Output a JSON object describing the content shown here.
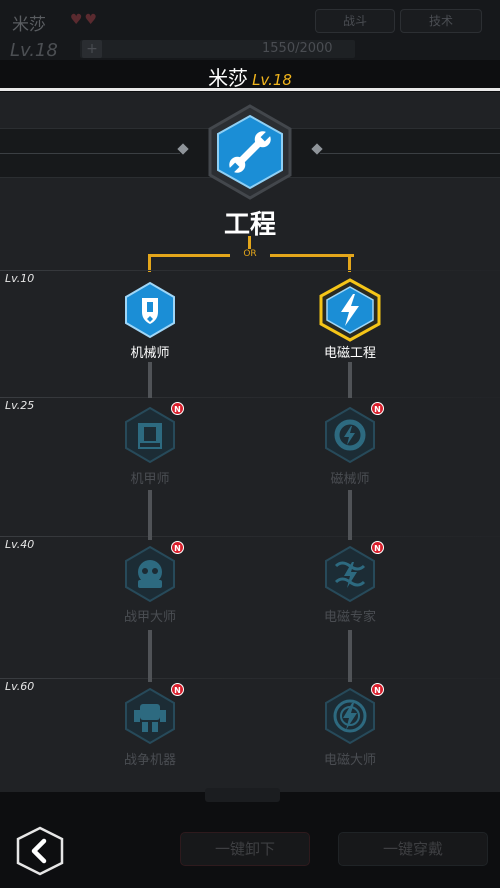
{
  "background": {
    "player_name": "米莎",
    "level": "Lv.18",
    "exp_text": "1550/2000",
    "btn_left": "战斗",
    "btn_right": "技术",
    "bottom_btn_left": "一键卸下",
    "bottom_btn_right": "一键穿戴"
  },
  "header": {
    "name": "米莎",
    "level": "Lv.18"
  },
  "main_skill": {
    "title": "工程",
    "icon": "wrench-icon"
  },
  "connector": {
    "or_text": "OR"
  },
  "level_rows": [
    {
      "label": "Lv.10"
    },
    {
      "label": "Lv.25"
    },
    {
      "label": "Lv.40"
    },
    {
      "label": "Lv.60"
    }
  ],
  "branches": {
    "left": {
      "nodes": [
        {
          "label": "机械师",
          "state": "unlocked",
          "icon": "mechanic-icon"
        },
        {
          "label": "机甲师",
          "state": "locked",
          "icon": "mech-icon",
          "badge": "N"
        },
        {
          "label": "战甲大师",
          "state": "locked",
          "icon": "armor-master-icon",
          "badge": "N"
        },
        {
          "label": "战争机器",
          "state": "locked",
          "icon": "war-machine-icon",
          "badge": "N"
        }
      ]
    },
    "right": {
      "nodes": [
        {
          "label": "电磁工程",
          "state": "selected",
          "icon": "lightning-icon"
        },
        {
          "label": "磁械师",
          "state": "locked",
          "icon": "magnetic-gear-icon",
          "badge": "N"
        },
        {
          "label": "电磁专家",
          "state": "locked",
          "icon": "em-expert-icon",
          "badge": "N"
        },
        {
          "label": "电磁大师",
          "state": "locked",
          "icon": "em-master-icon",
          "badge": "N"
        }
      ]
    }
  },
  "colors": {
    "accent_gold": "#f2b51c",
    "node_blue": "#1a8fd6",
    "locked_teal": "#1d4a5c",
    "badge_red": "#d9202d"
  },
  "back_button": {
    "icon": "chevron-left-icon"
  }
}
